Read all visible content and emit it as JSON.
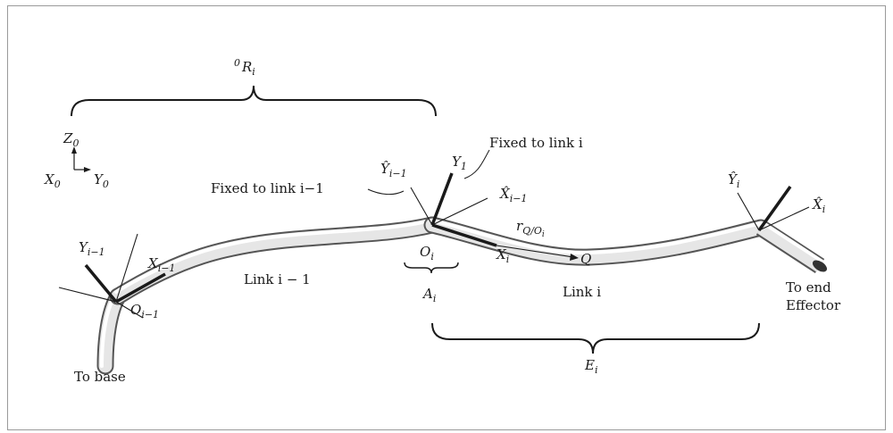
{
  "figure": {
    "labels": {
      "rotation": "0R",
      "rotation_sub": "i",
      "z0": "Z",
      "z0_sub": "0",
      "x0": "X",
      "x0_sub": "0",
      "y0": "Y",
      "y0_sub": "0",
      "fixed_link_i": "Fixed to link i",
      "fixed_link_i_minus_1": "Fixed to link i−1",
      "yhat_im1": "Ŷ",
      "yhat_im1_sub": "i−1",
      "y1": "Y",
      "y1_sub": "1",
      "xhat_im1": "X̂",
      "xhat_im1_sub": "i−1",
      "yhat_i": "Ŷ",
      "yhat_i_sub": "i",
      "xhat_i": "X̂",
      "xhat_i_sub": "i",
      "y_im1": "Y",
      "y_im1_sub": "i−1",
      "x_im1": "X",
      "x_im1_sub": "i−1",
      "o_i": "O",
      "o_i_sub": "i",
      "o_im1": "O",
      "o_im1_sub": "i−1",
      "x_i": "X",
      "x_i_sub": "i",
      "r_q": "r",
      "r_q_sub": "Q/O",
      "r_q_sub2": "i",
      "q": "Q",
      "a_i": "A",
      "a_i_sub": "i",
      "link_im1": "Link i − 1",
      "link_i": "Link i",
      "e_i": "E",
      "e_i_sub": "i",
      "to_base": "To base",
      "to_end_1": "To end",
      "to_end_2": "Effector"
    }
  }
}
